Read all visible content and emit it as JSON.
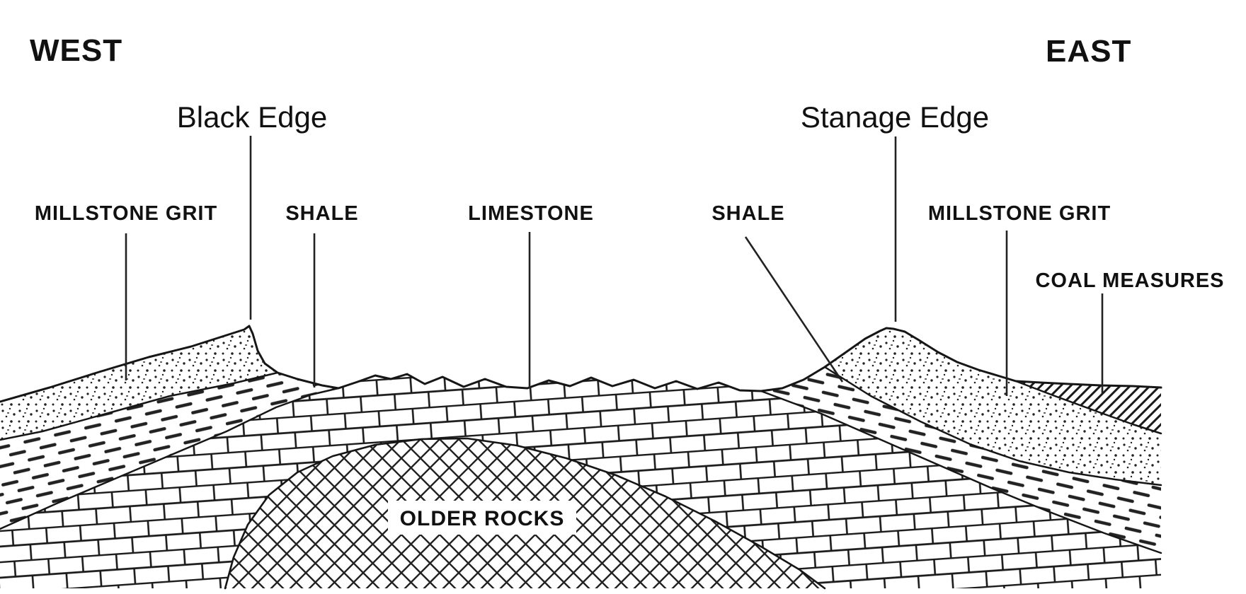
{
  "diagram": {
    "type": "geological-cross-section",
    "orientation": {
      "left": "WEST",
      "right": "EAST"
    },
    "landmarks": {
      "black_edge": "Black Edge",
      "stanage_edge": "Stanage Edge"
    },
    "strata_labels": {
      "millstone_grit_west": "MILLSTONE GRIT",
      "shale_west": "SHALE",
      "limestone": "LIMESTONE",
      "shale_east": "SHALE",
      "millstone_grit_east": "MILLSTONE GRIT",
      "coal_measures": "COAL MEASURES",
      "older_rocks": "OLDER ROCKS"
    },
    "texture_key": {
      "millstone_grit": "stipple-dots",
      "shale": "short-dashes",
      "limestone": "brick-blocks",
      "older_rocks": "diamond-crosshatch",
      "coal_measures": "diagonal-hatch"
    },
    "colors": {
      "background": "#ffffff",
      "ink": "#161616"
    }
  }
}
